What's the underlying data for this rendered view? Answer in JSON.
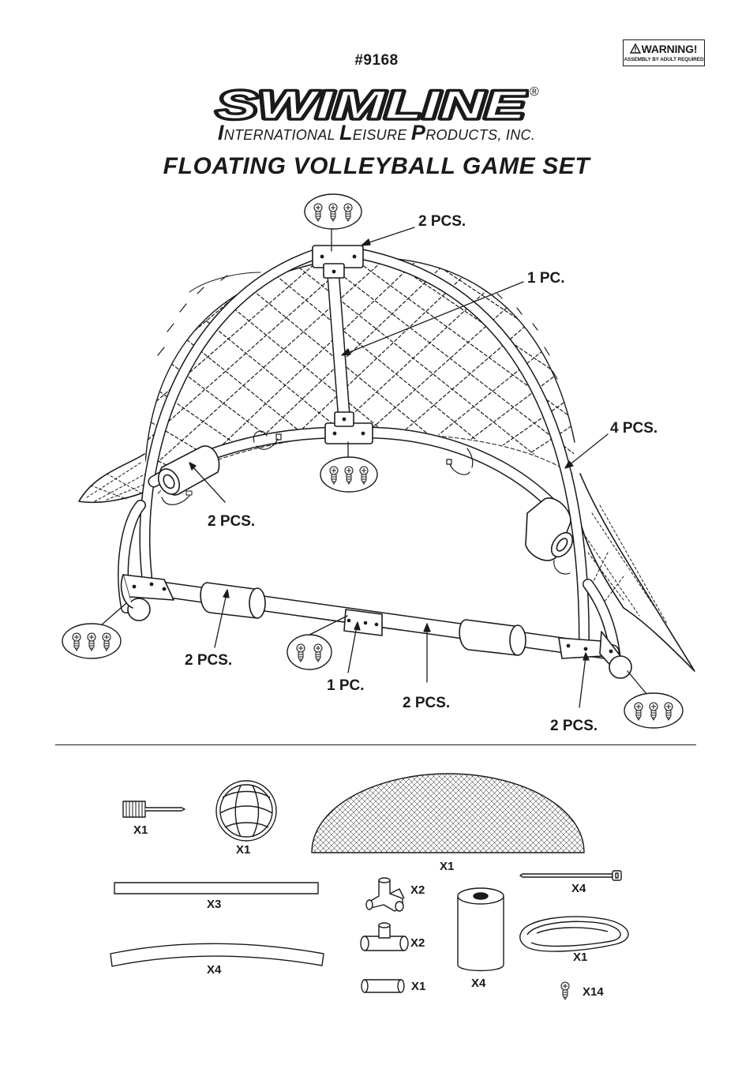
{
  "header": {
    "model_number": "#9168",
    "warning_title": "WARNING!",
    "warning_subtitle": "ASSEMBLY BY ADULT REQUIRED",
    "brand": "SWIMLINE",
    "registered_mark": "®",
    "company": {
      "w1_cap": "I",
      "w1_rest": "NTERNATIONAL",
      "w2_cap": "L",
      "w2_rest": "EISURE",
      "w3_cap": "P",
      "w3_rest": "RODUCTS, INC."
    },
    "product_title": "FLOATING VOLLEYBALL GAME SET"
  },
  "diagram_labels": {
    "top_connectors": "2 PCS.",
    "center_post": "1 PC.",
    "arch_tubes": "4 PCS.",
    "left_floats": "2 PCS.",
    "bottom_left_floats": "2 PCS.",
    "bottom_center_connector": "1 PC.",
    "bottom_tubes": "2 PCS.",
    "bottom_right_connectors": "2 PCS."
  },
  "parts": {
    "peg": "X1",
    "ball": "X1",
    "net": "X1",
    "straight_tube": "X3",
    "curved_tube": "X4",
    "four_way_connector": "X2",
    "tee_connector": "X2",
    "coupler": "X1",
    "float": "X4",
    "cable_tie": "X4",
    "rope": "X1",
    "screw": "X14"
  },
  "colors": {
    "ink": "#1a1a1a",
    "paper": "#ffffff"
  }
}
